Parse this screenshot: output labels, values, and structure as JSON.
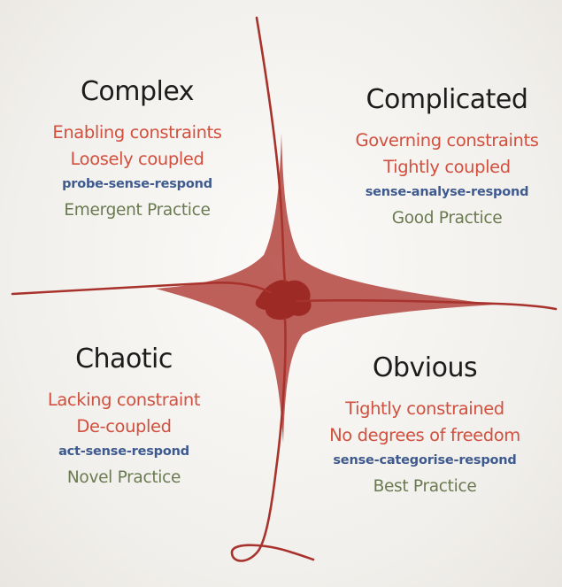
{
  "colors": {
    "title": "#1c1c1c",
    "constraint": "#d2503f",
    "method": "#3e5a8e",
    "practice": "#6a7a50",
    "boundary": "#a8322c",
    "boundary_fill": "#b54a44",
    "center_fill": "#9e2a26"
  },
  "domains": {
    "complex": {
      "title": "Complex",
      "constraint": "Enabling constraints",
      "coupling": "Loosely coupled",
      "method": "probe-sense-respond",
      "practice": "Emergent Practice"
    },
    "complicated": {
      "title": "Complicated",
      "constraint": "Governing constraints",
      "coupling": "Tightly coupled",
      "method": "sense-analyse-respond",
      "practice": "Good Practice"
    },
    "chaotic": {
      "title": "Chaotic",
      "constraint": "Lacking constraint",
      "coupling": "De-coupled",
      "method": "act-sense-respond",
      "practice": "Novel Practice"
    },
    "obvious": {
      "title": "Obvious",
      "constraint": "Tightly constrained",
      "coupling": "No degrees of freedom",
      "method": "sense-categorise-respond",
      "practice": "Best Practice"
    }
  }
}
